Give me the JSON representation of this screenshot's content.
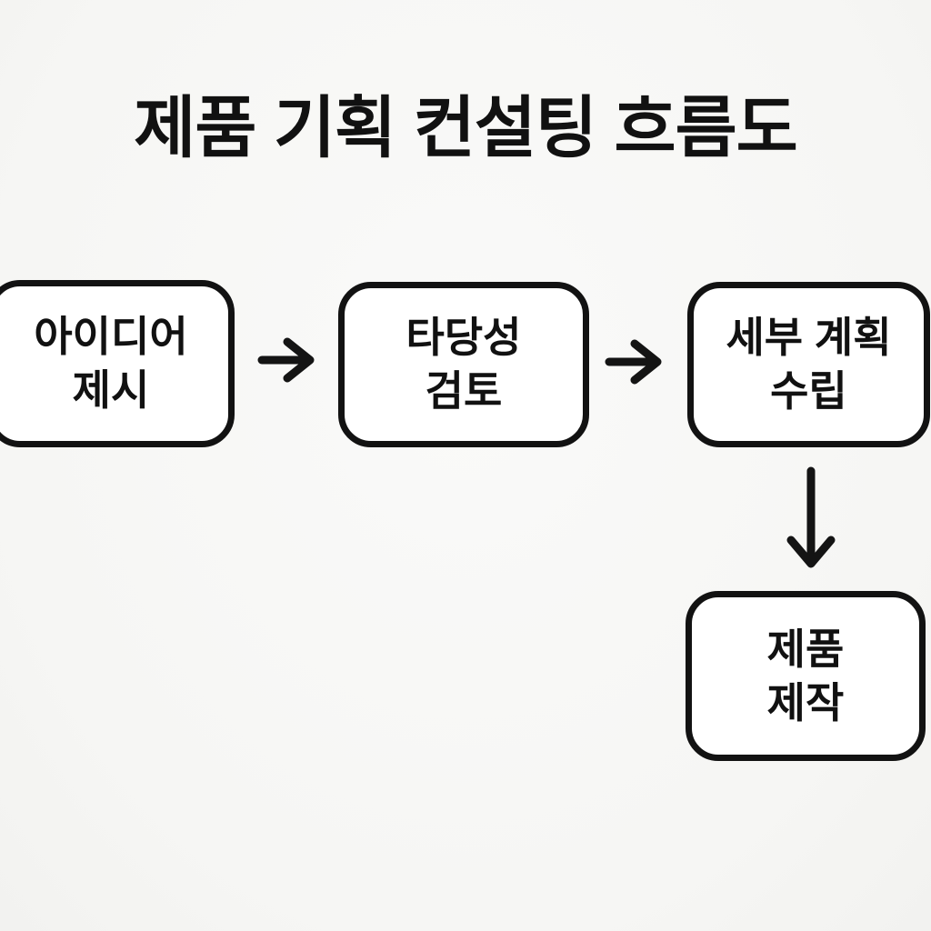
{
  "page": {
    "background_color": "#f6f6f4",
    "ink_color": "#111111",
    "node_fill_color": "#ffffff"
  },
  "title": "제품 기획 컨설팅 흐름도",
  "flow": {
    "nodes": [
      {
        "id": "idea",
        "line1": "아이디어",
        "line2": "제시"
      },
      {
        "id": "feasibility",
        "line1": "타당성",
        "line2": "검토"
      },
      {
        "id": "plan",
        "line1": "세부 계획",
        "line2": "수립"
      },
      {
        "id": "production",
        "line1": "제품",
        "line2": "제작"
      }
    ],
    "connections": [
      {
        "from": "idea",
        "to": "feasibility",
        "direction": "right",
        "icon": "arrow-right-icon"
      },
      {
        "from": "feasibility",
        "to": "plan",
        "direction": "right",
        "icon": "arrow-right-icon"
      },
      {
        "from": "plan",
        "to": "production",
        "direction": "down",
        "icon": "arrow-down-icon"
      }
    ]
  }
}
